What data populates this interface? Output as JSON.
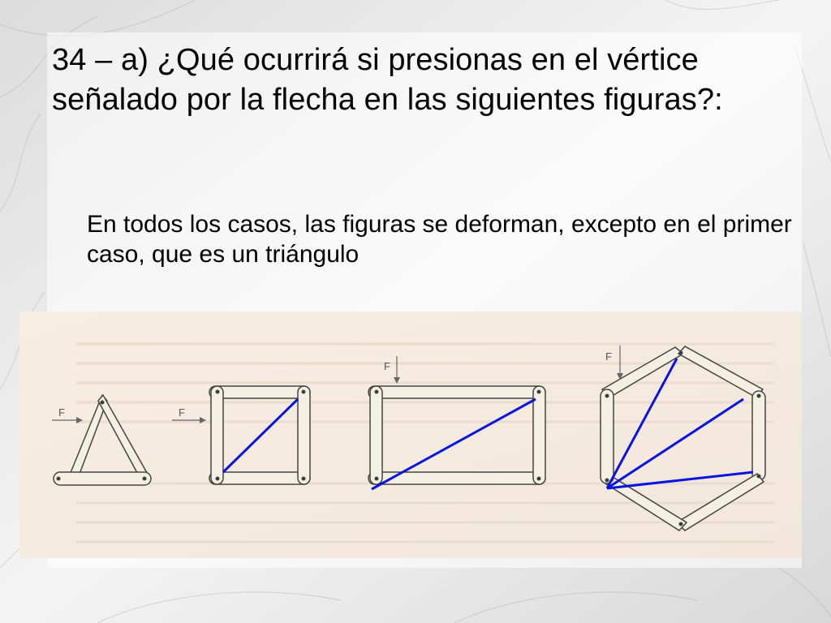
{
  "slide": {
    "title": "34 – a) ¿Qué ocurrirá si presionas en el vértice señalado por la flecha en las siguientes figuras?:",
    "answer": "En todos los casos, las figuras se deforman, excepto en el primer caso, que es un triángulo"
  },
  "figures": {
    "force_label": "F",
    "stick_color": "#f2eee0",
    "diagonal_color": "#0a14e0",
    "paper_color": "#f5ebdf"
  }
}
